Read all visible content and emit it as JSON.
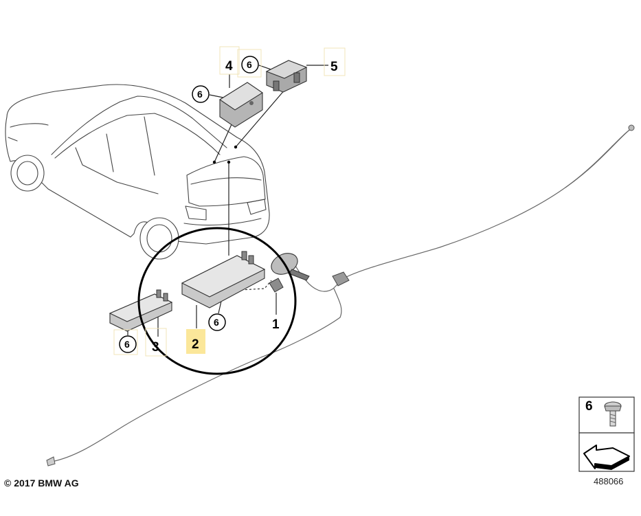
{
  "callouts": [
    {
      "id": "p1",
      "label": "1"
    },
    {
      "id": "p2",
      "label": "2"
    },
    {
      "id": "p3",
      "label": "3"
    },
    {
      "id": "p4",
      "label": "4"
    },
    {
      "id": "p5",
      "label": "5"
    },
    {
      "id": "p6a",
      "label": "6"
    },
    {
      "id": "p6b",
      "label": "6"
    },
    {
      "id": "p6c",
      "label": "6"
    },
    {
      "id": "p6d",
      "label": "6"
    }
  ],
  "legend": {
    "part_label": "6"
  },
  "footer": {
    "copyright": "© 2017 BMW AG",
    "diagram_number": "488066"
  },
  "colors": {
    "highlight": "#fbe79a",
    "line": "#222222",
    "module_fill": "#c9c9c9",
    "module_top": "#e6e6e6"
  },
  "icons": [
    "screw-icon",
    "arrow-icon"
  ]
}
